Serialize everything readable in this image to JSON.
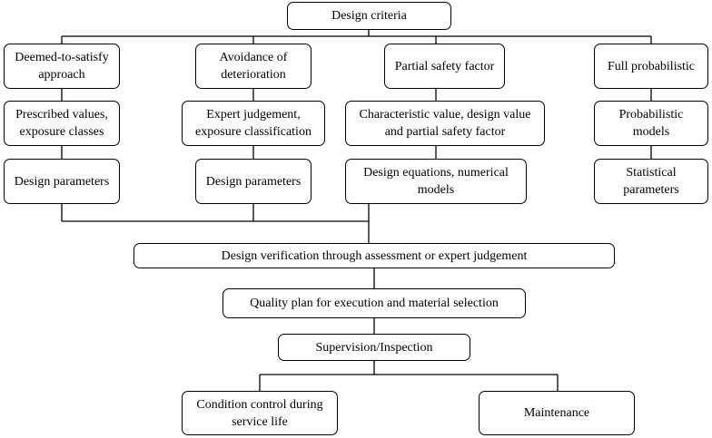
{
  "nodes": {
    "design_criteria": "Design criteria",
    "deemed_to_satisfy": "Deemed-to-satisfy\napproach",
    "avoidance": "Avoidance of\ndeterioration",
    "partial_safety": "Partial safety factor",
    "full_probabilistic": "Full probabilistic",
    "prescribed_values": "Prescribed values,\nexposure classes",
    "expert_judgement": "Expert judgement,\nexposure classification",
    "characteristic_value": "Characteristic value, design value\nand partial safety factor",
    "probabilistic_models": "Probabilistic\nmodels",
    "design_params_1": "Design parameters",
    "design_params_2": "Design parameters",
    "design_equations": "Design equations, numerical\nmodels",
    "statistical_params": "Statistical\nparameters",
    "design_verification": "Design verification through assessment or expert judgement",
    "quality_plan": "Quality plan for execution and material selection",
    "supervision": "Supervision/Inspection",
    "condition_control": "Condition control during\nservice life",
    "maintenance": "Maintenance"
  }
}
